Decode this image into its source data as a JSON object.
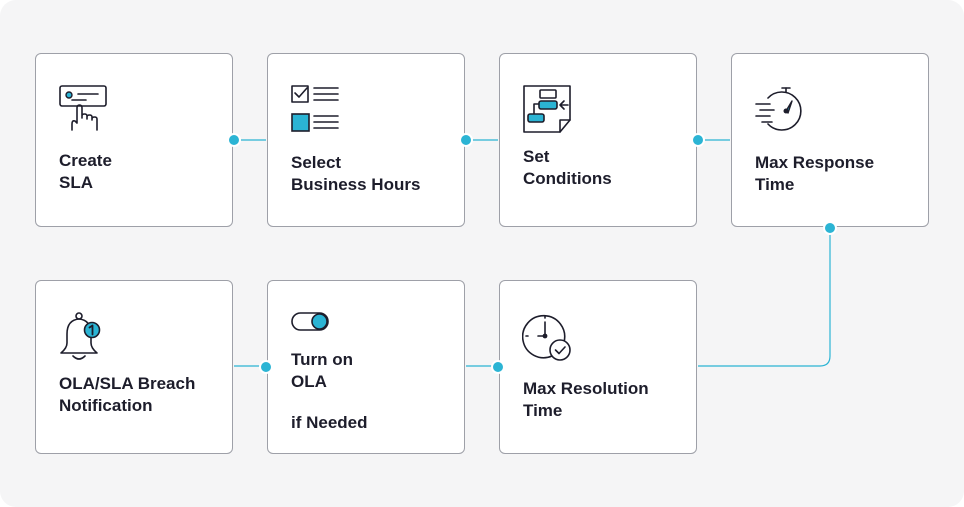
{
  "colors": {
    "accent": "#2bb4d4",
    "ink": "#1d1d2b",
    "border": "#9ea0a8"
  },
  "steps": [
    {
      "icon": "click-form-icon",
      "lines": [
        "Create",
        "SLA"
      ]
    },
    {
      "icon": "checklist-icon",
      "lines": [
        "Select",
        "Business Hours"
      ]
    },
    {
      "icon": "flowchart-icon",
      "lines": [
        "Set",
        "Conditions"
      ]
    },
    {
      "icon": "fast-stopwatch-icon",
      "lines": [
        "Max Response",
        "Time"
      ]
    },
    {
      "icon": "clock-check-icon",
      "lines": [
        "Max Resolution",
        "Time"
      ]
    },
    {
      "icon": "toggle-icon",
      "lines": [
        "Turn on",
        "OLA"
      ],
      "extra": "if Needed"
    },
    {
      "icon": "bell-notification-icon",
      "lines": [
        "OLA/SLA Breach",
        "Notification"
      ]
    }
  ]
}
